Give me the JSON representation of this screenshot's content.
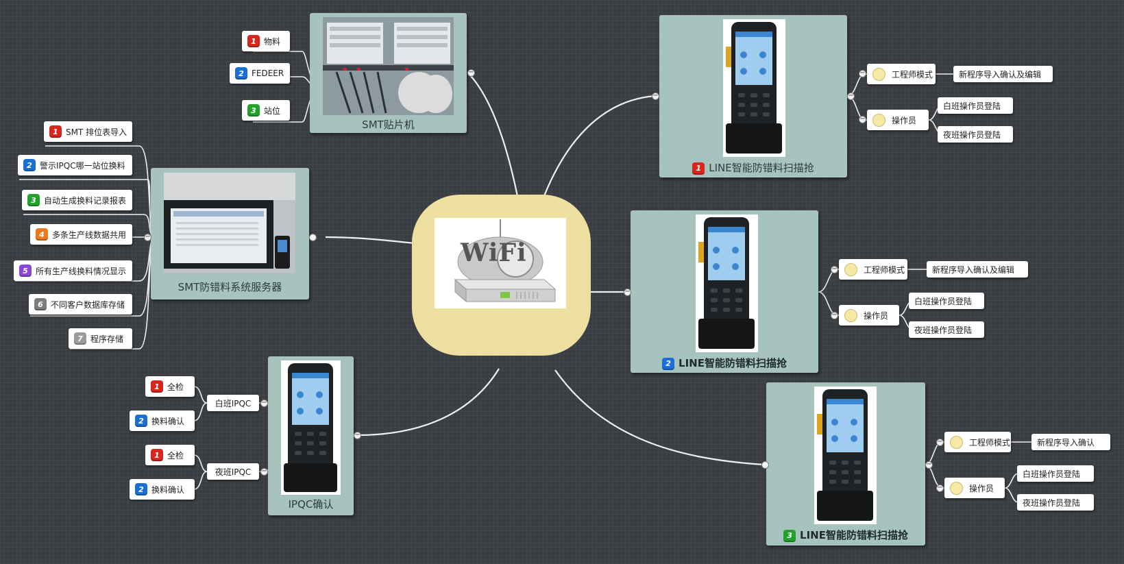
{
  "center": {
    "logo_text": "WiFi",
    "icon": "wifi-router-icon"
  },
  "smt_placer": {
    "title": "SMT贴片机",
    "items": [
      {
        "num": "1",
        "label": "物料",
        "color": "#d9261c"
      },
      {
        "num": "2",
        "label": "FEDEER",
        "color": "#1a6fd6"
      },
      {
        "num": "3",
        "label": "站位",
        "color": "#22a22a"
      }
    ]
  },
  "server": {
    "title": "SMT防错料系统服务器",
    "items": [
      {
        "num": "1",
        "label": "SMT 排位表导入",
        "color": "#d9261c"
      },
      {
        "num": "2",
        "label": "警示IPQC哪一站位换料",
        "color": "#1a6fd6"
      },
      {
        "num": "3",
        "label": "自动生成换料记录报表",
        "color": "#22a22a"
      },
      {
        "num": "4",
        "label": "多条生产线数据共用",
        "color": "#ec7a1c"
      },
      {
        "num": "5",
        "label": "所有生产线换料情况显示",
        "color": "#8a47d6"
      },
      {
        "num": "6",
        "label": "不同客户数据库存储",
        "color": "#7d7d7d"
      },
      {
        "num": "7",
        "label": "程序存储",
        "color": "#9c9c9c"
      }
    ]
  },
  "ipqc": {
    "title": "IPQC确认",
    "shifts": [
      {
        "label": "白班IPQC",
        "items": [
          {
            "num": "1",
            "label": "全检",
            "color": "#d9261c"
          },
          {
            "num": "2",
            "label": "换料确认",
            "color": "#1a6fd6"
          }
        ]
      },
      {
        "label": "夜班IPQC",
        "items": [
          {
            "num": "1",
            "label": "全检",
            "color": "#d9261c"
          },
          {
            "num": "2",
            "label": "换料确认",
            "color": "#1a6fd6"
          }
        ]
      }
    ]
  },
  "scanners": [
    {
      "num": "1",
      "badge_color": "#d9261c",
      "title": "LINE智能防错料扫描抢",
      "engineer": "工程师模式",
      "engineer_item": "新程序导入确认及编辑",
      "operator": "操作员",
      "op_day": "白班操作员登陆",
      "op_night": "夜班操作员登陆"
    },
    {
      "num": "2",
      "badge_color": "#1a6fd6",
      "title": "LINE智能防错料扫描抢",
      "engineer": "工程师模式",
      "engineer_item": "新程序导入确认及编辑",
      "operator": "操作员",
      "op_day": "白班操作员登陆",
      "op_night": "夜班操作员登陆"
    },
    {
      "num": "3",
      "badge_color": "#22a22a",
      "title": "LINE智能防错料扫描抢",
      "engineer": "工程师模式",
      "engineer_item": "新程序导入确认",
      "operator": "操作员",
      "op_day": "白班操作员登陆",
      "op_night": "夜班操作员登陆"
    }
  ]
}
